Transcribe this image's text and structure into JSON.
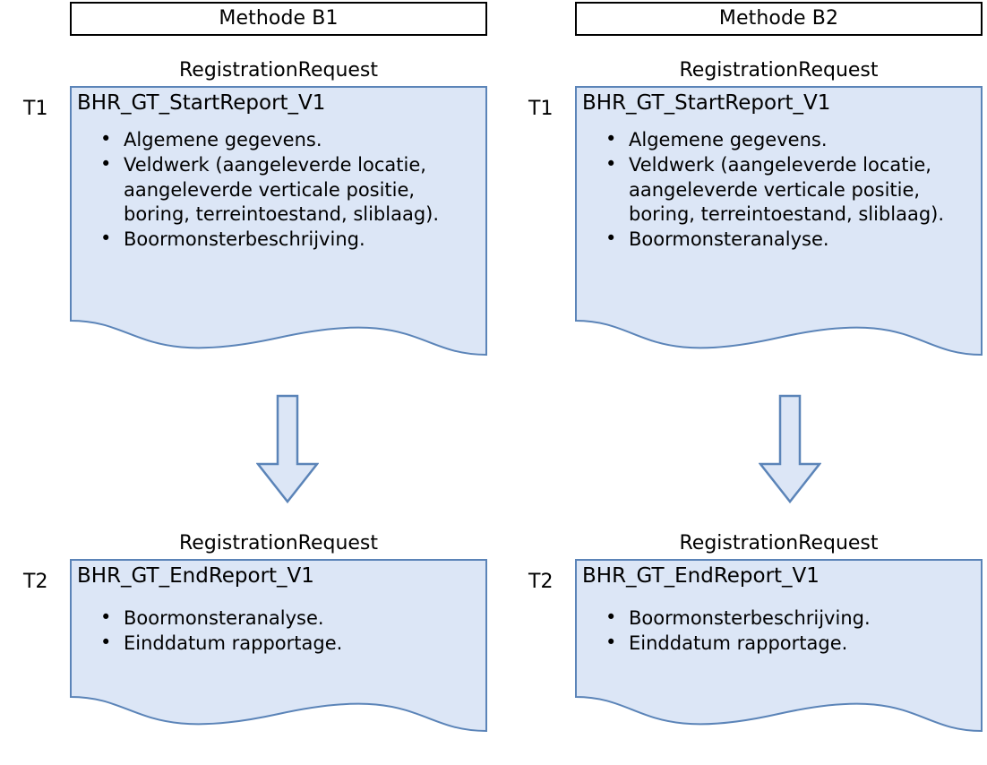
{
  "diagram": {
    "title_bar": {
      "left_method": "Methode B1",
      "right_method": "Methode B2"
    },
    "columns": [
      {
        "method": "Methode B1",
        "steps": [
          {
            "time_label": "T1",
            "caption": "RegistrationRequest",
            "doc_title": "BHR_GT_StartReport_V1",
            "items": [
              "Algemene gegevens.",
              "Veldwerk (aangeleverde locatie, aangeleverde verticale positie, boring, terreintoestand, sliblaag).",
              "Boormonsterbeschrijving."
            ]
          },
          {
            "time_label": "T2",
            "caption": "RegistrationRequest",
            "doc_title": "BHR_GT_EndReport_V1",
            "items": [
              "Boormonsteranalyse.",
              "Einddatum rapportage."
            ]
          }
        ]
      },
      {
        "method": "Methode B2",
        "steps": [
          {
            "time_label": "T1",
            "caption": "RegistrationRequest",
            "doc_title": "BHR_GT_StartReport_V1",
            "items": [
              "Algemene gegevens.",
              "Veldwerk (aangeleverde locatie, aangeleverde verticale positie, boring, terreintoestand, sliblaag).",
              "Boormonsteranalyse."
            ]
          },
          {
            "time_label": "T2",
            "caption": "RegistrationRequest",
            "doc_title": "BHR_GT_EndReport_V1",
            "items": [
              "Boormonsterbeschrijving.",
              "Einddatum rapportage."
            ]
          }
        ]
      }
    ],
    "colors": {
      "document_fill": "#DCE6F6",
      "document_stroke": "#5B84B8",
      "arrow_fill": "#DCE6F6",
      "arrow_stroke": "#5B84B8",
      "header_border": "#000000",
      "header_fill": "#FFFFFF",
      "text": "#000000"
    }
  }
}
